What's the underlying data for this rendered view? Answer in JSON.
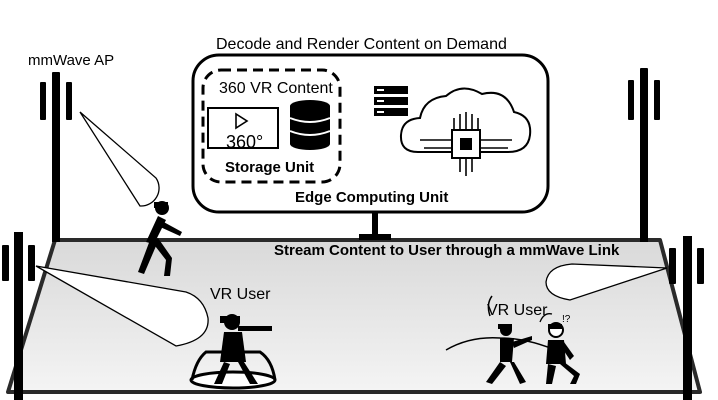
{
  "diagram": {
    "title": "Decode and Render Content on Demand",
    "ap_label": "mmWave AP",
    "content_label": "360 VR Content",
    "storage_label": "Storage Unit",
    "edge_label": "Edge Computing Unit",
    "stream_label": "Stream Content to User through a mmWave Link",
    "user_label_left": "VR User",
    "user_label_right": "VR User",
    "video_icon_text": "360°",
    "doodle_text": "!?"
  },
  "icons": [
    "antenna-icon",
    "video-360-icon",
    "database-icon",
    "server-icon",
    "cloud-chip-icon",
    "vr-user-icon"
  ]
}
